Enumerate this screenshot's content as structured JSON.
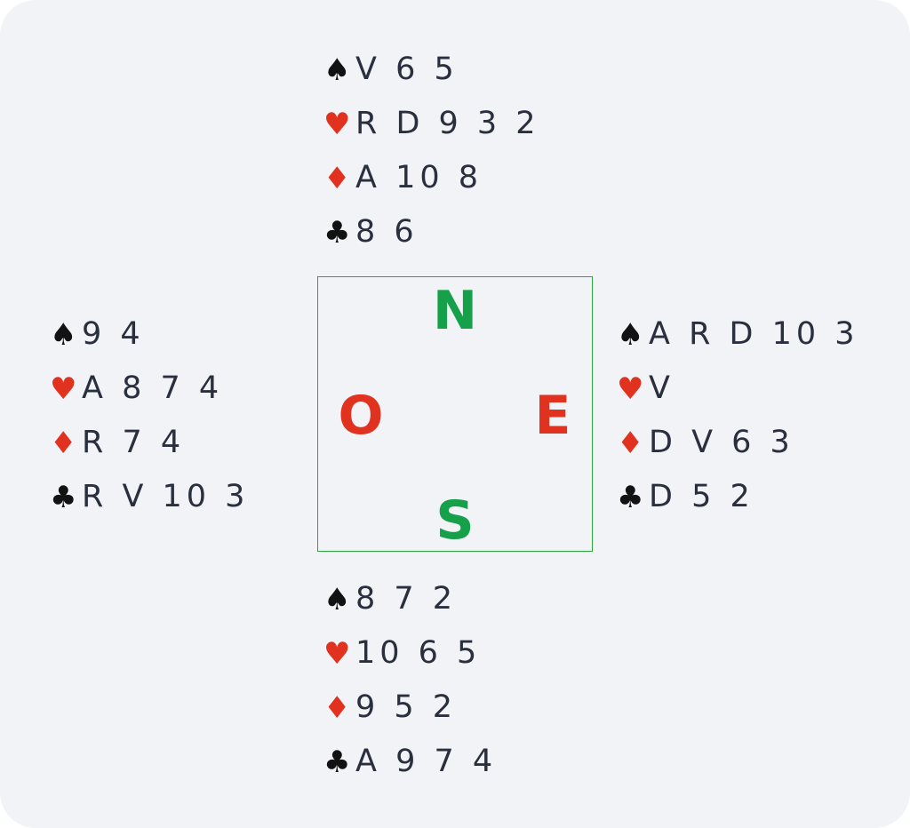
{
  "colors": {
    "black_suit": "#121212",
    "red_suit": "#e0321f",
    "north_south": "#16a04a",
    "east_west": "#e0321f",
    "card_text": "#2a2f3e",
    "background": "#f2f3f7",
    "table_border": "#2ca53c"
  },
  "suit_icons": {
    "spades": "♠",
    "hearts": "♥",
    "diamonds": "♦",
    "clubs": "♣"
  },
  "compass": {
    "north": "N",
    "south": "S",
    "west": "O",
    "east": "E"
  },
  "hands": {
    "north": {
      "spades": "V 6 5",
      "hearts": "R D 9 3 2",
      "diamonds": "A 10 8",
      "clubs": "8 6"
    },
    "west": {
      "spades": "9 4",
      "hearts": "A 8 7 4",
      "diamonds": "R 7 4",
      "clubs": "R V 10 3"
    },
    "east": {
      "spades": "A R D 10 3",
      "hearts": "V",
      "diamonds": "D V 6 3",
      "clubs": "D 5 2"
    },
    "south": {
      "spades": "8 7 2",
      "hearts": "10 6 5",
      "diamonds": "9 5 2",
      "clubs": "A 9 7 4"
    }
  }
}
